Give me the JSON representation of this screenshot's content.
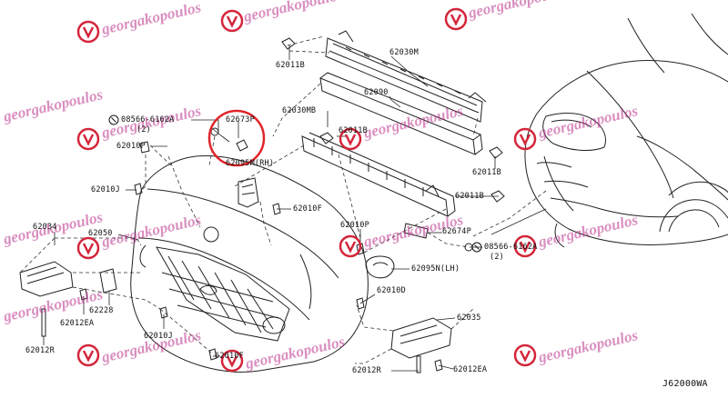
{
  "drawing_code": "J62000WA",
  "watermark": {
    "text": "georgakopoulos",
    "color": "#b9328c"
  },
  "highlight_color": "#e0252a",
  "part_labels": {
    "p62011B_top": "62011B",
    "p62030M": "62030M",
    "p62090": "62090",
    "p62030MB": "62030MB",
    "p62011B_mid": "62011B",
    "p62011B_right": "62011B",
    "p62011B_lower": "62011B",
    "p08566_top": "08566-6162A",
    "p08566_top_qty": "(2)",
    "p62673P": "62673P",
    "p62095M": "62095M(RH)",
    "p62010P_top": "62010P",
    "p62010J_left": "62010J",
    "p62010F_mid": "62010F",
    "p62034": "62034",
    "p62050": "62050",
    "p62010P_mid": "62010P",
    "p62674P": "62674P",
    "p08566_right": "08566-6162A",
    "p08566_right_qty": "(2)",
    "p62095N": "62095N(LH)",
    "p62228": "62228",
    "p62010D": "62010D",
    "p62012EA_left": "62012EA",
    "p62010J_bottom": "62010J",
    "p62012R_left": "62012R",
    "p62010F_bottom": "62010F",
    "p62035": "62035",
    "p62012R_right": "62012R",
    "p62012EA_right": "62012EA"
  }
}
